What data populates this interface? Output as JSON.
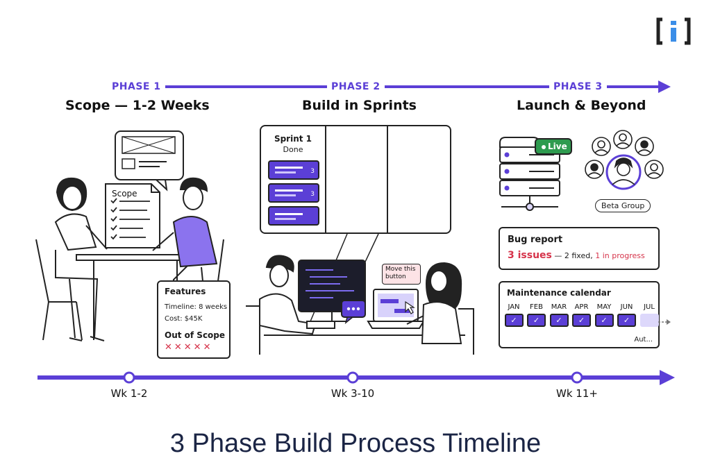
{
  "logo": {
    "text": "[i]"
  },
  "phases": [
    {
      "label": "PHASE 1",
      "title": "Scope — 1-2 Weeks"
    },
    {
      "label": "PHASE 2",
      "title": "Build in Sprints"
    },
    {
      "label": "PHASE 3",
      "title": "Launch & Beyond"
    }
  ],
  "scope_doc": {
    "title": "Scope"
  },
  "features_card": {
    "title": "Features",
    "timeline": "Timeline: 8 weeks",
    "cost": "Cost: $45K",
    "out_of_scope": "Out of Scope",
    "crosses": "✕✕✕✕✕"
  },
  "sprint_board": {
    "title": "Sprint 1",
    "subtitle": "Done",
    "tasks": [
      {
        "badge": "3"
      },
      {
        "badge": "3"
      },
      {
        "badge": ""
      }
    ]
  },
  "tooltip": {
    "text": "Move this button"
  },
  "server": {
    "status": "Live"
  },
  "beta_group": {
    "label": "Beta Group"
  },
  "bug_report": {
    "title": "Bug report",
    "count": "3 issues",
    "separator": " — 2 fixed, ",
    "progress": "1 in progress"
  },
  "maintenance": {
    "title": "Maintenance calendar",
    "months": [
      "JAN",
      "FEB",
      "MAR",
      "APR",
      "MAY",
      "JUN",
      "JUL"
    ],
    "more": "Aut..."
  },
  "timeline_marks": [
    "Wk 1-2",
    "Wk 3-10",
    "Wk 11+"
  ],
  "main_title": "3 Phase Build Process Timeline",
  "colors": {
    "accent": "#5b3fd6",
    "bug_red": "#d6334a",
    "live_green": "#2e9b4f",
    "title_navy": "#1b2545"
  }
}
